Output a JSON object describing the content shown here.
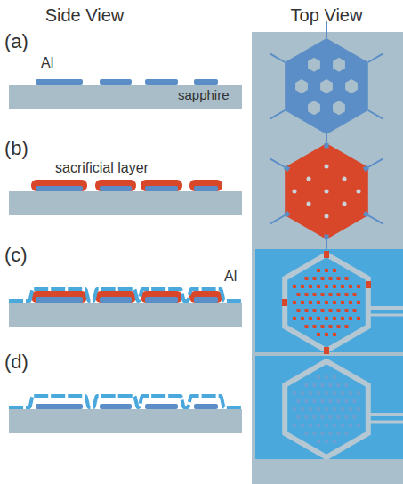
{
  "diagram": {
    "labels": [
      "Side View",
      "Top View",
      "(a)",
      "Al",
      "sapphire",
      "(b)",
      "sacrificial layer",
      "(c)",
      "Al",
      "(d)"
    ]
  }
}
